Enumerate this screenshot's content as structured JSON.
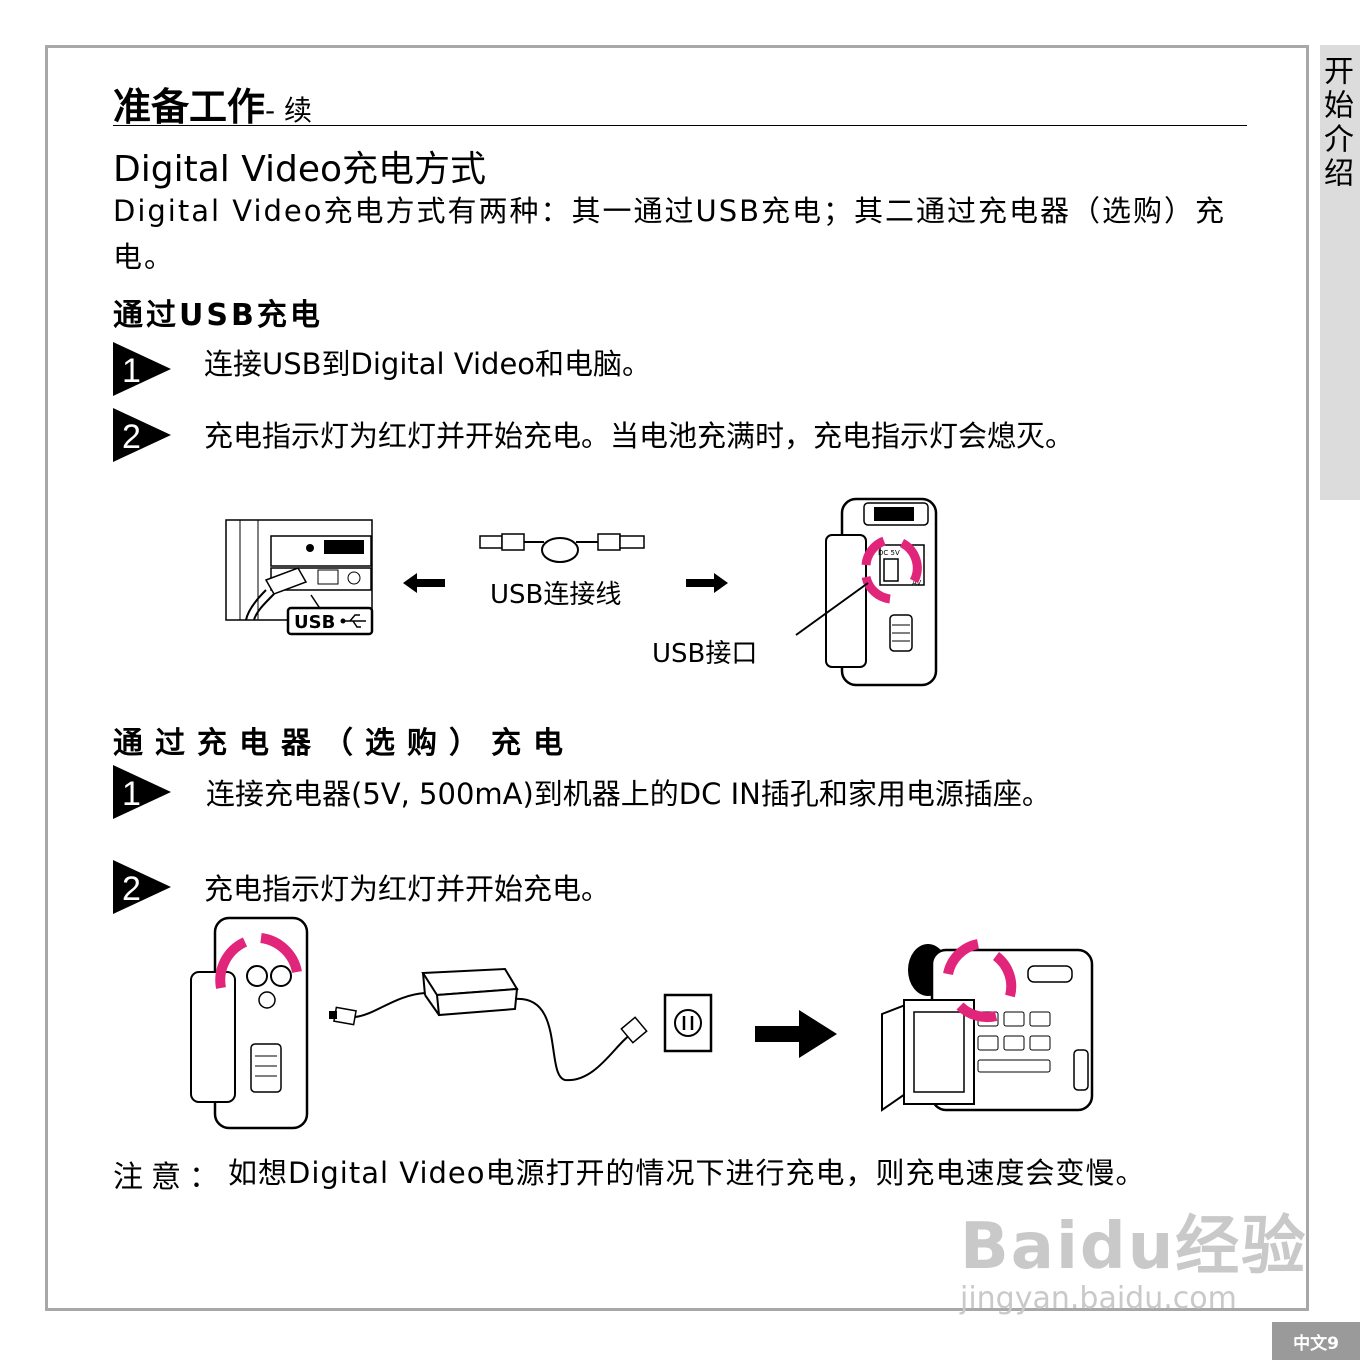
{
  "side_tab": {
    "label": "开始介绍"
  },
  "page": {
    "number": "中文9"
  },
  "header": {
    "title": "准备工作",
    "subtitle": "- 续"
  },
  "section": {
    "title": "Digital Video充电方式",
    "intro": "Digital Video充电方式有两种：其一通过USB充电；其二通过充电器（选购）充电。"
  },
  "usb_charging": {
    "heading": "通过USB充电",
    "steps": [
      {
        "number": "1",
        "text": "连接USB到Digital Video和电脑。"
      },
      {
        "number": "2",
        "text": "充电指示灯为红灯并开始充电。当电池充满时，充电指示灯会熄灭。"
      }
    ],
    "figure": {
      "usb_badge": "USB",
      "cable_label": "USB连接线",
      "port_label": "USB接口",
      "camera_labels": {
        "dc": "DC 5V",
        "av": "AV"
      }
    }
  },
  "charger_charging": {
    "heading": "通过充电器（选购）充电",
    "steps": [
      {
        "number": "1",
        "text": "连接充电器(5V, 500mA)到机器上的DC IN插孔和家用电源插座。"
      },
      {
        "number": "2",
        "text": "充电指示灯为红灯并开始充电。"
      }
    ]
  },
  "note": {
    "label": "注意：",
    "text": "如想Digital Video电源打开的情况下进行充电，则充电速度会变慢。"
  },
  "watermark": {
    "logo": "Baidu经验",
    "url": "jingyan.baidu.com"
  },
  "colors": {
    "highlight": "#e0257a",
    "frame": "#a8a8a8",
    "tab": "#dcdcdc",
    "badge": "#9a9a9a"
  }
}
